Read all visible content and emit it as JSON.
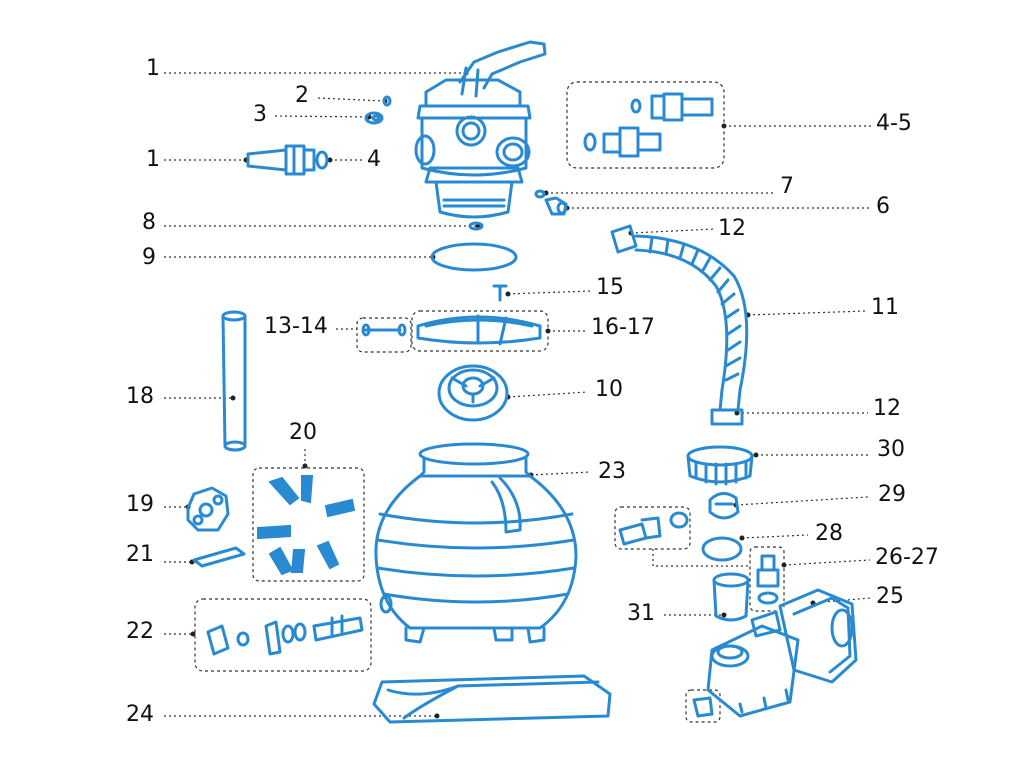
{
  "labels": {
    "l1a": "1",
    "l2": "2",
    "l3": "3",
    "l1b": "1",
    "l4": "4",
    "l45": "4-5",
    "l7": "7",
    "l6": "6",
    "l8": "8",
    "l9": "9",
    "l12a": "12",
    "l15": "15",
    "l11": "11",
    "l1314": "13-14",
    "l1617": "16-17",
    "l18": "18",
    "l10": "10",
    "l12b": "12",
    "l20": "20",
    "l30": "30",
    "l23": "23",
    "l19": "19",
    "l29": "29",
    "l28": "28",
    "l21": "21",
    "l2627": "26-27",
    "l25": "25",
    "l22": "22",
    "l31": "31",
    "l24": "24"
  },
  "colors": {
    "line_art": "#2a8ad1",
    "leader": "#333333",
    "text": "#111111"
  }
}
